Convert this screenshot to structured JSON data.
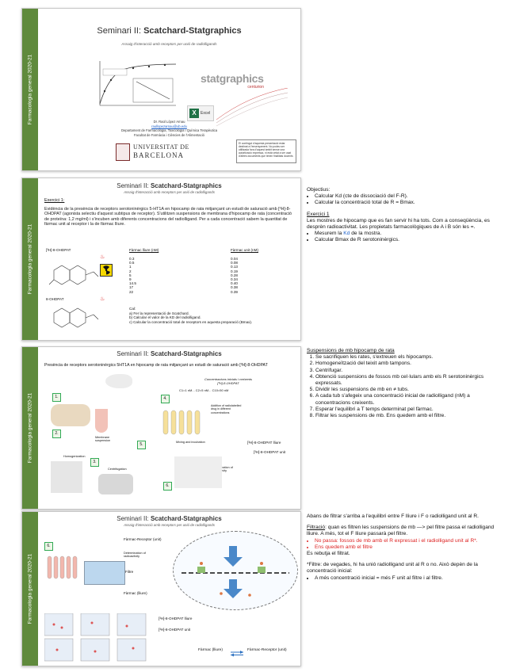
{
  "band_label": "Farmacologia general 2020-21",
  "slide1": {
    "title_prefix": "Seminari II: ",
    "title_bold": "Scatchard-Statgraphics",
    "subtitle": "Assaig d'interacció amb receptors per unió de radiolligands",
    "logo_text": "statgraphics",
    "logo_sub": "centurion",
    "excel_label": "Excel",
    "author": "Dr. Raül López Arnau",
    "email": "raullopezarnau@ub.edu",
    "dept": "Departament de Farmacologia, Toxicologia i Química Terapèutica",
    "faculty": "Facultat de Farmàcia i Ciències de l'Alimentació",
    "uni1": "UNIVERSITAT DE",
    "uni2": "BARCELONA",
    "copyright": "El contingut d'aquesta presentació estar destinat a l'ensenyament. No podeu ser utilitzada fora d'aquest àmbit sense una autorització expressa, ni està vetat a ser usat d'altres documents que tenen finalitats docents"
  },
  "slide2": {
    "title_prefix": "Seminari II: ",
    "title_bold": "Scatchard-Statgraphics",
    "subtitle": "Assaig d'interacció amb receptors per unió de radiolligands",
    "exercise": "Exercici 1:",
    "text": "Evidència de la presència de receptors serotoninèrgics 5-HT1A en hipocamp de rata mitjançant un estudi de saturació amb [³H]-8-OHDPAT (agonista selectiu d'aquest subtipus de receptor). S'utilitzen suspensions de membrana d'hipocamp de rata (concentració de proteïna: 1,2 mg/ml) i s'incuben amb diferents concentracions del radiolligand. Per a cada concentració sabem la quantitat de fàrmac unit al receptor i la de fàrmac lliure.",
    "label_hot": "[³H]-8-OHDPAT",
    "label_cold": "8-OHDPAT",
    "col1": "Fàrmac lliure (nM)",
    "col2": "Fàrmac unit (nM)",
    "free": [
      "0.3",
      "0.5",
      "1",
      "2",
      "5",
      "9",
      "14.5",
      "17",
      "22"
    ],
    "bound": [
      "0.04",
      "0.08",
      "0.13",
      "0.19",
      "0.28",
      "0.34",
      "0.40",
      "0.38",
      "0.39"
    ],
    "cal": "Cal:",
    "tasks": [
      "a) Fer la representació de Scatchard.",
      "b) Calcular el valor de la KD del radiolligand.",
      "c) Calcular la concentració total de receptors en aquesta preparació (Bmax)."
    ]
  },
  "slide3": {
    "title_prefix": "Seminari II: ",
    "title_bold": "Scatchard-Statgraphics",
    "text": "Presència de receptors serotoninèrgics 5HT1A en hipocamp de rata mitjançant un estudi de saturació amb [³H]-8-OHDPAT",
    "conc_head": "Concentracions inicials i creixents",
    "conc_drug": "[³H]-8-OHDPAT",
    "conc_vals": "C1=1 nM... C2=5 nM... C10=50 nM",
    "steps": [
      "Homogenization",
      "Membrane suspension",
      "Centrifugation",
      "Mixing and incubation",
      "Determination of radioactivity"
    ],
    "addition": "Addition of radiolabelled drug in different concentrations",
    "free": "[³H]-8-OHDPAT lliure",
    "bound": "[³H]-8-OHDPAT unit",
    "nums": [
      "1.",
      "2.",
      "3.",
      "4.",
      "5.",
      "6."
    ]
  },
  "slide4": {
    "title_prefix": "Seminari II: ",
    "title_bold": "Scatchard-Statgraphics",
    "subtitle": "Assaig d'interacció amb receptors per unió de radiolligands",
    "fr_unit": "Fàrmac-Receptor (unit)",
    "det": "Determination of radioactivity",
    "filtre": "Filtre",
    "fr_free": "Fàrmac (lliure)",
    "free": "[³H]-8-OHDPAT lliure",
    "bound": "[³H]-8-OHDPAT unit",
    "eq_left": "Fàrmac (lliure)",
    "eq_right": "Fàrmac-Receptor (unit)",
    "num": "6."
  },
  "notes1": {
    "obj_head": "Objectius:",
    "obj": [
      "Calcular Kd (cte de dissociació del F-R).",
      "Calcular la concentració total de R = Bmax."
    ],
    "ex_head": "Exercici 1",
    "ex_text": "Les mostres de hipocamp que es fan servir hi ha tots. Com a conseqüència, es desprèn radioactivitat. Les propietats farmacològiques de A i B són les =.",
    "ex_b1_pre": "Mesurem la ",
    "ex_b1_kd": "Kd",
    "ex_b1_post": " de la mostra.",
    "ex_b2": "Calcular Bmax de R serotoninèrgics."
  },
  "notes2": {
    "head": "Suspensions de mb hipocamp de rata",
    "items": [
      "Se sacrifiquen les rates, s'extreuen els hipocamps.",
      "Homogeneïtzació del teixit amb tampons.",
      "Centrifugar.",
      "Obtenció suspensions de fossos mb cel·lulars amb els R serotoninèrgics expressats.",
      "Dividir les suspensions de mb en ≠ tubs.",
      "A cada tub s'afegeix una concentració inicial de radiolligand (nM) a concentracions creixents.",
      "Esperar l'equilibri a T temps determinat pel fàrmac.",
      "Filtrar les suspensions de mb. Ens quedem amb el filtre."
    ]
  },
  "notes3": {
    "p1": "Abans de filtrar s'arriba a l'equilibri entre F lliure i F o radiolligand unit al R.",
    "filt_lbl": "Filtració",
    "filt_rest": ": quan es filtren les suspensions de mb —> pel filtre passa el radiolligand lliure. A més, tot el F lliure passarà pel filtre.",
    "red1": "No passa: fossos de mb amb el R expressat i el radiolligand unit al R*.",
    "red2": "Ens quedem amb el filtre",
    "p2": "Es rebutja el filtrat.",
    "p3": "*Filtre: de vegades, hi ha unió radiolligand unit al R o no. Això depèn de la concentració inicial:",
    "b1": "A més concentració inicial = més F unit al filtre i al filtre."
  }
}
